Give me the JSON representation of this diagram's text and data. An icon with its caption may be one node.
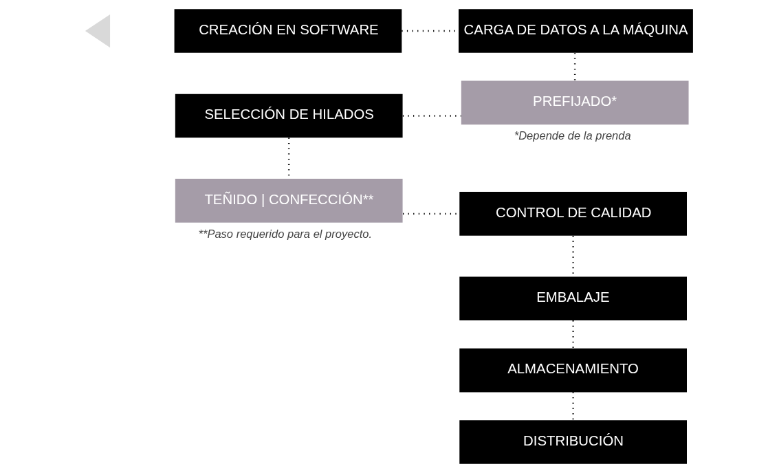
{
  "diagram": {
    "nodes": [
      {
        "text": [],
        "shape": "triangle"
      },
      {
        "text": [
          "CREACIÓN EN SOFTWARE"
        ]
      },
      {
        "text": [
          "CARGA DE DATOS A LA MÁQUINA"
        ]
      },
      {
        "text": [
          "SELECCIÓN DE HILADOS"
        ]
      },
      {
        "text": [
          "PREFIJADO*"
        ],
        "beside": [
          "*Depende de la prenda"
        ]
      },
      {
        "text": [
          "TEÑIDO | CONFECCIÓN**"
        ],
        "beside": [
          "**Paso requerido para el proyecto."
        ]
      },
      {
        "text": [
          "CONTROL DE CALIDAD"
        ]
      },
      {
        "text": [
          "EMBALAJE"
        ]
      },
      {
        "text": [
          "ALMACENAMIENTO"
        ]
      },
      {
        "text": [
          "DISTRIBUCIÓN"
        ]
      }
    ],
    "edges": [
      {
        "from": 1,
        "to": 2,
        "arrow": "none"
      },
      {
        "from": 2,
        "to": 4,
        "arrow": "none"
      },
      {
        "from": 3,
        "to": 4,
        "arrow": "none"
      },
      {
        "from": 3,
        "to": 5,
        "arrow": "none"
      },
      {
        "from": 5,
        "to": 6,
        "arrow": "none"
      },
      {
        "from": 6,
        "to": 7,
        "arrow": "none"
      },
      {
        "from": 7,
        "to": 8,
        "arrow": "none"
      },
      {
        "from": 8,
        "to": 9,
        "arrow": "none"
      }
    ]
  }
}
